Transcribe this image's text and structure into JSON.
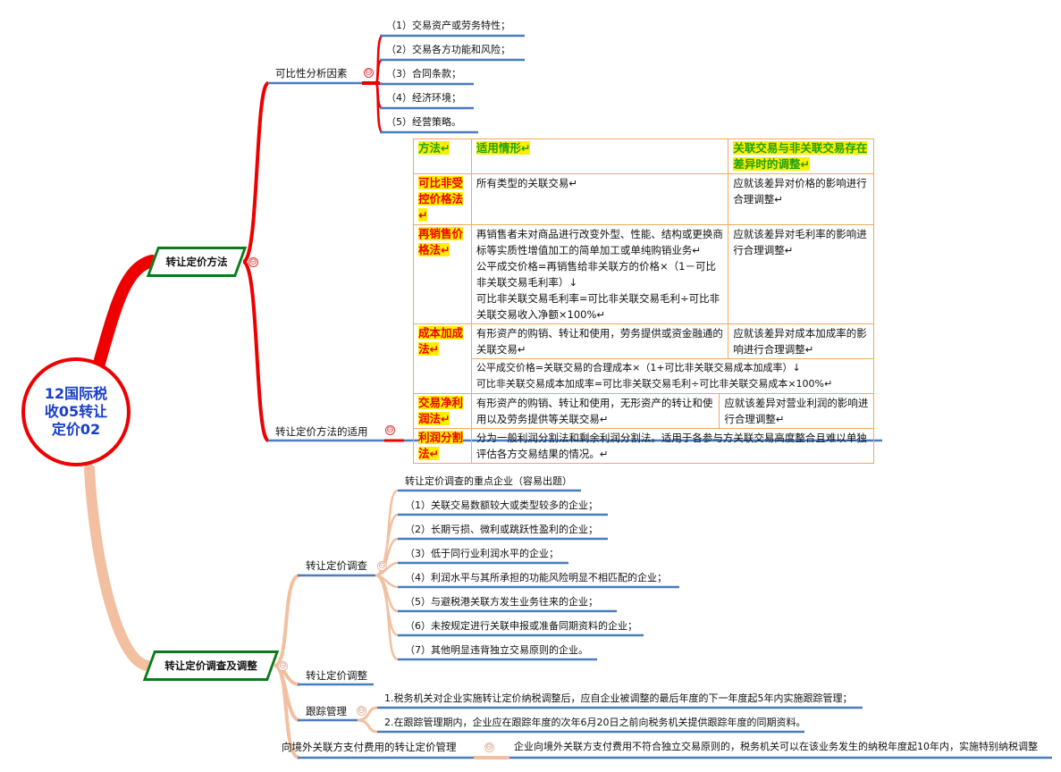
{
  "center": {
    "title": "12国际税收05转让定价02"
  },
  "branches": [
    {
      "label": "转让定价方法",
      "children": [
        {
          "label": "可比性分析因素",
          "items": [
            "（1）交易资产或劳务特性；",
            "（2）交易各方功能和风险；",
            "（3）合同条款；",
            "（4）经济环境；",
            "（5）经营策略。"
          ]
        },
        {
          "label": "转让定价方法的适用"
        }
      ]
    },
    {
      "label": "转让定价调查及调整",
      "children": [
        {
          "label": "转让定价调查",
          "header": "转让定价调查的重点企业（容易出题）",
          "items": [
            "（1）关联交易数额较大或类型较多的企业；",
            "（2）长期亏损、微利或跳跃性盈利的企业；",
            "（3）低于同行业利润水平的企业；",
            "（4）利润水平与其所承担的功能风险明显不相匹配的企业；",
            "（5）与避税港关联方发生业务往来的企业；",
            "（6）未按规定进行关联申报或准备同期资料的企业；",
            "（7）其他明显违背独立交易原则的企业。"
          ]
        },
        {
          "label": "转让定价调整"
        },
        {
          "label": "跟踪管理",
          "items": [
            "1.税务机关对企业实施转让定价纳税调整后，应自企业被调整的最后年度的下一年度起5年内实施跟踪管理；",
            "2.在跟踪管理期内，企业应在跟踪年度的次年6月20日之前向税务机关提供跟踪年度的同期资料。"
          ]
        },
        {
          "label": "向境外关联方支付费用的转让定价管理",
          "items": [
            "企业向境外关联方支付费用不符合独立交易原则的，税务机关可以在该业务发生的纳税年度起10年内，实施特别纳税调整"
          ]
        }
      ]
    }
  ],
  "table": {
    "headers": [
      "方法↵",
      "适用情形↵",
      "关联交易与非关联交易存在差异时的调整↵"
    ],
    "rows": [
      {
        "method": "可比非受控价格法↵",
        "scope": "所有类型的关联交易↵",
        "adjust": "应就该差异对价格的影响进行合理调整↵"
      },
      {
        "method": "再销售价格法↵",
        "scope": "再销售者未对商品进行改变外型、性能、结构或更换商标等实质性增值加工的简单加工或单纯购销业务↵",
        "formula1": "公平成交价格=再销售给非关联方的价格×（1－可比非关联交易毛利率）↓",
        "formula2": "可比非关联交易毛利率=可比非关联交易毛利÷可比非关联交易收入净额×100%↵",
        "adjust": "应就该差异对毛利率的影响进行合理调整↵"
      },
      {
        "method": "成本加成法↵",
        "scope": "有形资产的购销、转让和使用，劳务提供或资金融通的关联交易↵",
        "adjust": "应就该差异对成本加成率的影响进行合理调整↵",
        "formula1": "公平成交价格=关联交易的合理成本×（1+可比非关联交易成本加成率）↓",
        "formula2": "可比非关联交易成本加成率=可比非关联交易毛利÷可比非关联交易成本×100%↵"
      },
      {
        "method": "交易净利润法↵",
        "scope": "有形资产的购销、转让和使用，无形资产的转让和使用以及劳务提供等关联交易↵",
        "adjust": "应就该差异对营业利润的影响进行合理调整↵"
      },
      {
        "method": "利润分割法↵",
        "scope": "分为一般利润分割法和剩余利润分割法。适用于各参与方关联交易高度整合且难以单独评估各方交易结果的情况。↵"
      }
    ]
  },
  "collapse_icon": "⊖",
  "colors": {
    "red_branch": "#e00000",
    "tan_branch": "#f2c0a0",
    "underline": "#4a7cc0",
    "main_border": "#0a7a1a",
    "center_text": "#1a3ec8"
  }
}
